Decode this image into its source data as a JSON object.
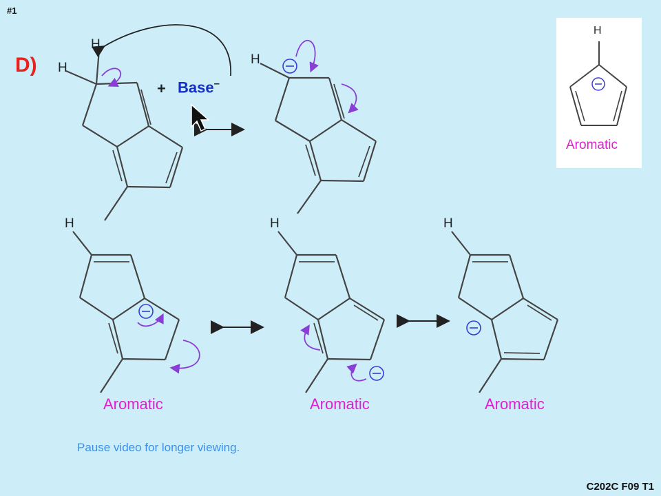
{
  "slide_number": "#1",
  "part_label": "D)",
  "plus_sign": "+",
  "reagent": {
    "name": "Base",
    "charge": "–"
  },
  "atom_labels": {
    "hydrogen": "H"
  },
  "aromatic_label": "Aromatic",
  "note": "Pause video for longer viewing.",
  "course_code": "C202C F09 T1",
  "colors": {
    "background": "#cdeef9",
    "part_label": "#e8231f",
    "reagent": "#1430c8",
    "aromatic": "#e01fd0",
    "charge_circle": "#3a3ad8",
    "electron_arrow": "#8a3fd4",
    "note": "#3d8fe6"
  },
  "icons": [
    "cursor-arrow-icon",
    "resonance-arrow-icon",
    "curved-arrow-icon",
    "negative-charge-icon"
  ]
}
